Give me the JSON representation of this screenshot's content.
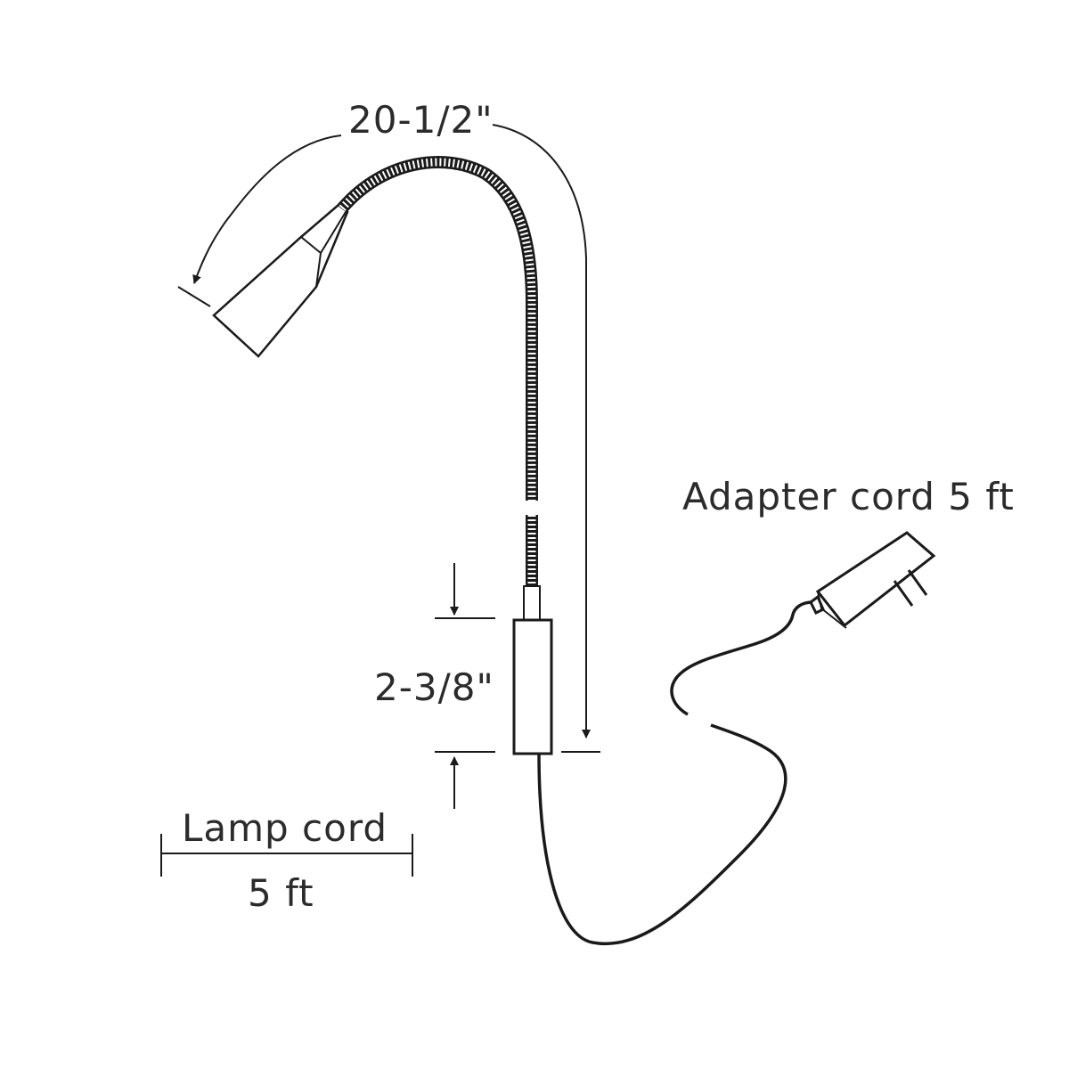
{
  "labels": {
    "gooseneck_length": "20-1/2\"",
    "base_height": "2-3/8\"",
    "adapter_cord": "Adapter cord 5 ft",
    "lamp_cord_title": "Lamp cord",
    "lamp_cord_length": "5 ft"
  },
  "colors": {
    "line": "#1a1a1a",
    "text": "#2b2b2b",
    "background": "#ffffff"
  }
}
